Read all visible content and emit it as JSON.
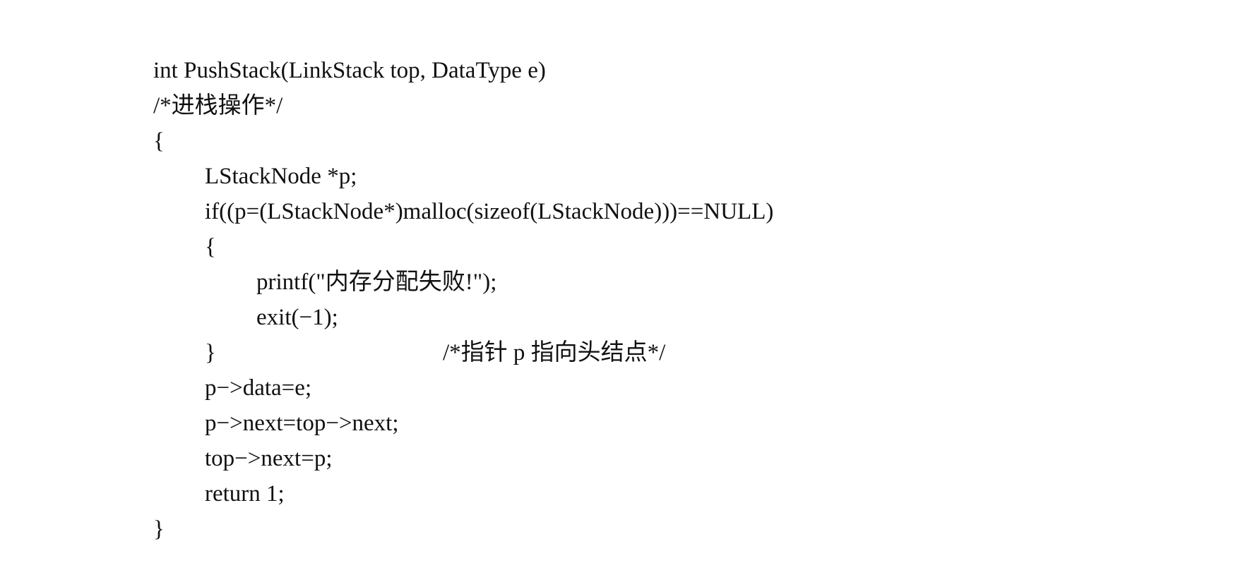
{
  "code": {
    "lines": [
      "int PushStack(LinkStack top, DataType e)",
      "/*进栈操作*/",
      "{",
      "LStackNode *p;",
      "if((p=(LStackNode*)malloc(sizeof(LStackNode)))==NULL)",
      "{",
      "printf(\"内存分配失败!\");",
      "exit(−1);",
      "}",
      "p−>data=e;",
      "p−>next=top−>next;",
      "top−>next=p;",
      "return 1;",
      "}"
    ],
    "comments": {
      "line_10": "/*指针 p 指向头结点*/"
    }
  }
}
